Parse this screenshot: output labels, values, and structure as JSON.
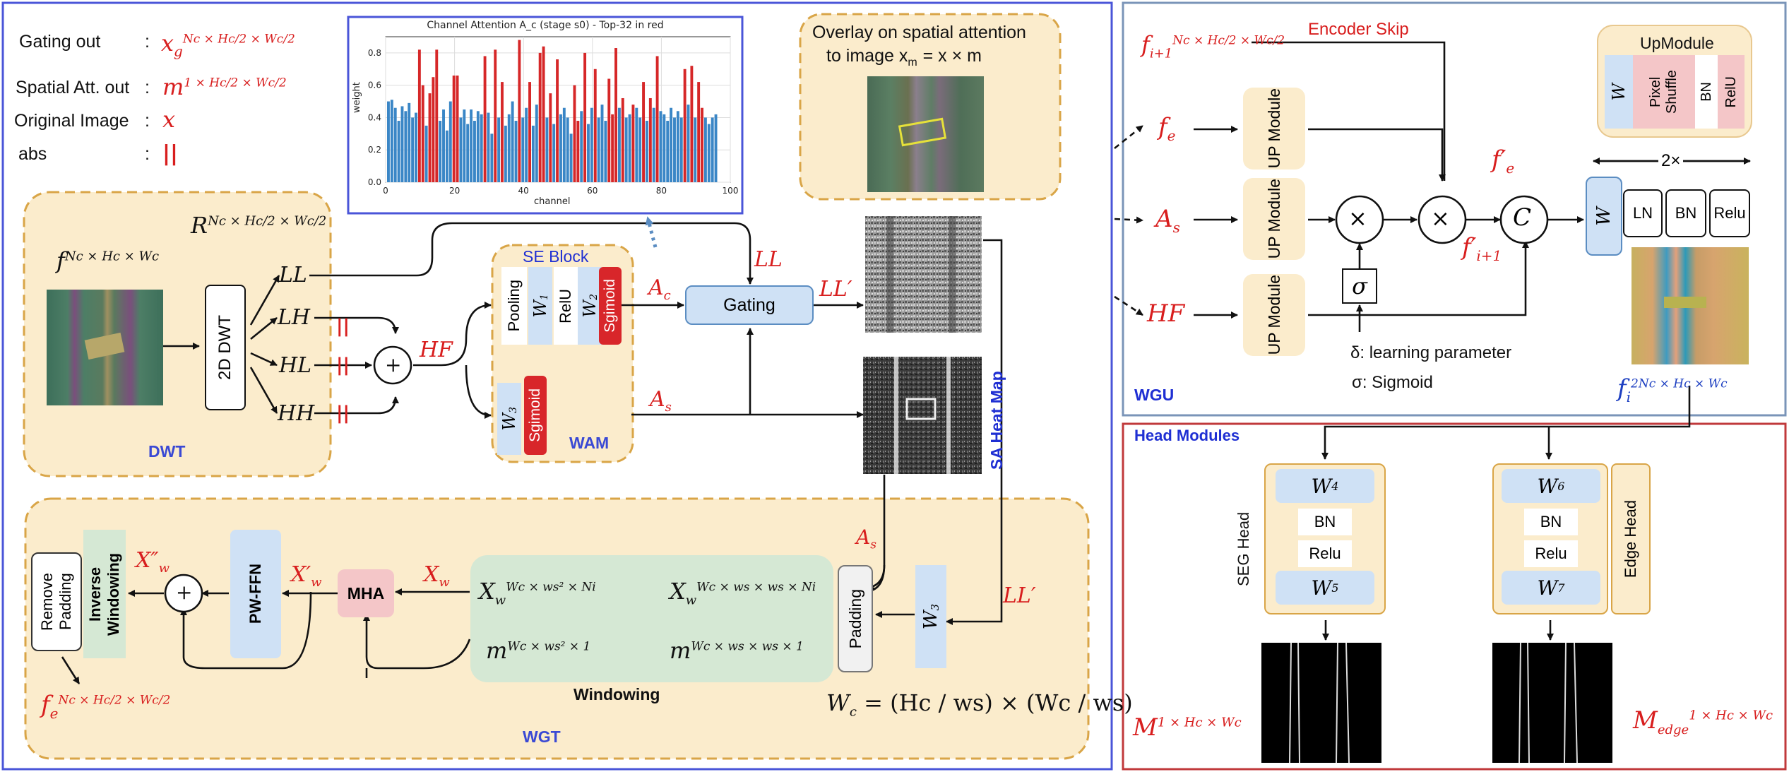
{
  "legend": {
    "gating_out": "Gating out",
    "gating_out_sym": "x",
    "gating_out_sub": "g",
    "gating_out_sup": "Nc × Hc/2 × Wc/2",
    "spatial_att_out": "Spatial Att. out",
    "spatial_att_sym": "m",
    "spatial_att_sup": "1 × Hc/2 × Wc/2",
    "original_image": "Original Image",
    "original_image_sym": "x",
    "abs": "abs",
    "abs_sym": "||",
    "colon": ":"
  },
  "chart": {
    "title": "Channel Attention A_c (stage s0) - Top-32 in red",
    "xlabel": "channel",
    "ylabel": "weight"
  },
  "chart_data": {
    "type": "bar",
    "title": "Channel Attention A_c (stage s0) - Top-32 in red",
    "xlabel": "channel",
    "ylabel": "weight",
    "xlim": [
      0,
      100
    ],
    "ylim": [
      0,
      0.9
    ],
    "xticks": [
      "0",
      "20",
      "40",
      "60",
      "80",
      "100"
    ],
    "yticks": [
      "0.0",
      "0.2",
      "0.4",
      "0.6",
      "0.8"
    ],
    "series": [
      {
        "color_normal": "#3a86c6",
        "color_top": "#d62728",
        "x": [
          0,
          1,
          2,
          3,
          4,
          5,
          6,
          7,
          8,
          9,
          10,
          11,
          12,
          13,
          14,
          15,
          16,
          17,
          18,
          19,
          20,
          21,
          22,
          23,
          24,
          25,
          26,
          27,
          28,
          29,
          30,
          31,
          32,
          33,
          34,
          35,
          36,
          37,
          38,
          39,
          40,
          41,
          42,
          43,
          44,
          45,
          46,
          47,
          48,
          49,
          50,
          51,
          52,
          53,
          54,
          55,
          56,
          57,
          58,
          59,
          60,
          61,
          62,
          63,
          64,
          65,
          66,
          67,
          68,
          69,
          70,
          71,
          72,
          73,
          74,
          75,
          76,
          77,
          78,
          79,
          80,
          81,
          82,
          83,
          84,
          85,
          86,
          87,
          88,
          89,
          90,
          91,
          92,
          93,
          94,
          95
        ],
        "values": [
          0.5,
          0.51,
          0.46,
          0.38,
          0.47,
          0.44,
          0.49,
          0.4,
          0.43,
          0.82,
          0.6,
          0.35,
          0.55,
          0.65,
          0.82,
          0.38,
          0.45,
          0.32,
          0.5,
          0.66,
          0.66,
          0.4,
          0.45,
          0.36,
          0.45,
          0.38,
          0.44,
          0.42,
          0.78,
          0.43,
          0.3,
          0.82,
          0.4,
          0.62,
          0.35,
          0.42,
          0.5,
          0.38,
          0.88,
          0.4,
          0.46,
          0.62,
          0.35,
          0.48,
          0.8,
          0.84,
          0.4,
          0.55,
          0.36,
          0.76,
          0.42,
          0.46,
          0.4,
          0.3,
          0.6,
          0.38,
          0.44,
          0.8,
          0.36,
          0.46,
          0.7,
          0.4,
          0.48,
          0.38,
          0.64,
          0.42,
          0.83,
          0.46,
          0.52,
          0.4,
          0.42,
          0.48,
          0.46,
          0.4,
          0.62,
          0.38,
          0.52,
          0.46,
          0.78,
          0.44,
          0.42,
          0.38,
          0.46,
          0.4,
          0.44,
          0.4,
          0.7,
          0.48,
          0.72,
          0.4,
          0.62,
          0.46,
          0.4,
          0.36,
          0.4,
          0.42
        ],
        "top": [
          9,
          10,
          12,
          13,
          14,
          19,
          20,
          28,
          31,
          33,
          38,
          41,
          44,
          45,
          47,
          49,
          54,
          57,
          60,
          64,
          66,
          68,
          74,
          76,
          78,
          86,
          88,
          90,
          55,
          65,
          71,
          91
        ]
      }
    ]
  },
  "overlay_box": {
    "line1": "Overlay on  spatial attention",
    "line2": "to image x",
    "line2_sub": "m",
    "line2_rest": "= x × m"
  },
  "dwt": {
    "input_sym": "f",
    "input_sup": "Nc × Hc × Wc",
    "r_sym": "R",
    "r_sup": "Nc × Hc/2 × Wc/2",
    "block": "2D DWT",
    "ll": "LL",
    "lh": "LH",
    "hl": "HL",
    "hh": "HH",
    "abs_mark": "||",
    "label": "DWT"
  },
  "wam": {
    "hf": "HF",
    "plus": "+",
    "se_block": "SE Block",
    "pooling": "Pooling",
    "w1": "W",
    "w1_sub": "1",
    "relu": "RelU",
    "w2": "W",
    "w2_sub": "2",
    "sigmoid1": "Sgimoid",
    "w3": "W",
    "w3_sub": "3",
    "sigmoid2": "Sgimoid",
    "label": "WAM",
    "ac": "A",
    "ac_sub": "c",
    "as": "A",
    "as_sub": "s"
  },
  "gating": {
    "block": "Gating",
    "ll_in": "LL",
    "ll_out": "LL′"
  },
  "sa_heat_map": "SA Heat Map",
  "wgt": {
    "label": "WGT",
    "as": "A",
    "as_sub": "s",
    "ll_prime": "LL′",
    "w3": "W",
    "w3_sub": "3",
    "padding": "Padding",
    "windowing": "Windowing",
    "xw_big": "X",
    "xw_big_sub": "w",
    "xw_big_sup": "Wc × ws × ws × Ni",
    "xw_small": "X",
    "xw_small_sub": "w",
    "xw_small_sup": "Wc × ws² × Ni",
    "m_big": "m",
    "m_big_sup": "Wc × ws × ws × 1",
    "m_small": "m",
    "m_small_sup": "Wc × ws² × 1",
    "xw": "X",
    "xw_sub": "w",
    "mha": "MHA",
    "xw_prime": "X′",
    "xw_prime_sub": "w",
    "pwffn": "PW-FFN",
    "plus": "+",
    "xw_dprime": "X″",
    "xw_dprime_sub": "w",
    "inverse_windowing": "Inverse Windowing",
    "remove_padding": "Remove Padding",
    "fe": "f",
    "fe_sub": "e",
    "fe_sup": "Nc × Hc/2 × Wc/2",
    "wc_eq_lhs": "W",
    "wc_eq_lhs_sub": "c",
    "wc_eq_rhs": "= (Hc / ws) × (Wc / ws)"
  },
  "wgu": {
    "label": "WGU",
    "encoder_skip": "Encoder Skip",
    "f_skip": "f",
    "f_skip_sub": "i+1",
    "f_skip_sup": "Nc × Hc/2 × Wc/2",
    "fe": "f",
    "fe_sub": "e",
    "as": "A",
    "as_sub": "s",
    "hf": "HF",
    "up_module": "UP Module",
    "times": "×",
    "sigma": "σ",
    "concat": "C",
    "fe_prime": "f′",
    "fe_prime_sub": "e",
    "fi1_prime": "f′",
    "fi1_prime_sub": "i+1",
    "delta_note": "δ: learning parameter",
    "sigma_note": "σ: Sigmoid",
    "w": "W",
    "ln": "LN",
    "bn": "BN",
    "relu": "Relu",
    "two_x": "2×",
    "out": "f",
    "out_sub": "i",
    "out_sup": "2Nc × Hc × Wc"
  },
  "upmodule": {
    "title": "UpModule",
    "w": "W",
    "pixel_shuffle": "Pixel Shuffle",
    "bn": "BN",
    "relu": "RelU"
  },
  "head": {
    "title": "Head Modules",
    "seg_head": "SEG Head",
    "edge_head": "Edge Head",
    "w4": "W",
    "w4_sub": "4",
    "w5": "W",
    "w5_sub": "5",
    "w6": "W",
    "w6_sub": "6",
    "w7": "W",
    "w7_sub": "7",
    "bn": "BN",
    "relu": "Relu",
    "m_out": "M",
    "m_out_sup": "1 × Hc × Wc",
    "m_edge": "M",
    "m_edge_sub": "edge",
    "m_edge_sup": "1 × Hc × Wc"
  },
  "colors": {
    "panel_blue": "#4a55d8",
    "panel_steel": "#7a94b8",
    "panel_red": "#c0393b",
    "yellow_fill": "#fbeccc",
    "yellow_border": "#d9a547",
    "math_red": "#d81e1e",
    "label_blue": "#1f2fd3",
    "block_blue": "#cfe1f5",
    "block_pink": "#f4c6c8",
    "block_red": "#d8262a",
    "green_fill": "#d5e8d4"
  }
}
